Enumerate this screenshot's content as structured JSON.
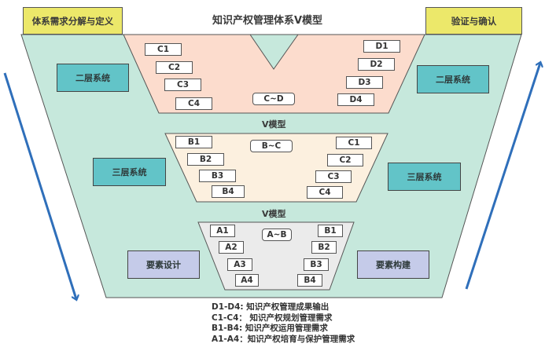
{
  "title": "知识产权管理体系V模型",
  "headers": {
    "left": "体系需求分解与定义",
    "right": "验证与确认"
  },
  "colors": {
    "outer": "#c6e8dc",
    "level1": "#fcdccd",
    "level2": "#fcf0df",
    "level3": "#ebebeb",
    "header": "#ece86a",
    "system": "#62c4c8",
    "element": "#c5cbe9",
    "arrow": "#2f6fba"
  },
  "systems": {
    "level1_left": "二层系统",
    "level1_right": "二层系统",
    "level2_left": "三层系统",
    "level2_right": "三层系统",
    "level3_left": "要素设计",
    "level3_right": "要素构建"
  },
  "level1": {
    "left_tags": [
      "C1",
      "C2",
      "C3",
      "C4"
    ],
    "center_tag": "C~D",
    "right_tags": [
      "D1",
      "D2",
      "D3",
      "D4"
    ]
  },
  "v_label_1": "V模型",
  "level2": {
    "left_tags": [
      "B1",
      "B2",
      "B3",
      "B4"
    ],
    "center_tag": "B~C",
    "right_tags": [
      "C1",
      "C2",
      "C3",
      "C4"
    ]
  },
  "v_label_2": "V模型",
  "level3": {
    "left_tags": [
      "A1",
      "A2",
      "A3",
      "A4"
    ],
    "center_tag": "A~B",
    "right_tags": [
      "B1",
      "B2",
      "B3",
      "B4"
    ]
  },
  "legend": [
    "D1-D4: 知识产权管理成果输出",
    "C1-C4： 知识产权规划管理需求",
    "B1-B4: 知识产权运用管理需求",
    "A1-A4：知识产权培育与保护管理需求"
  ]
}
